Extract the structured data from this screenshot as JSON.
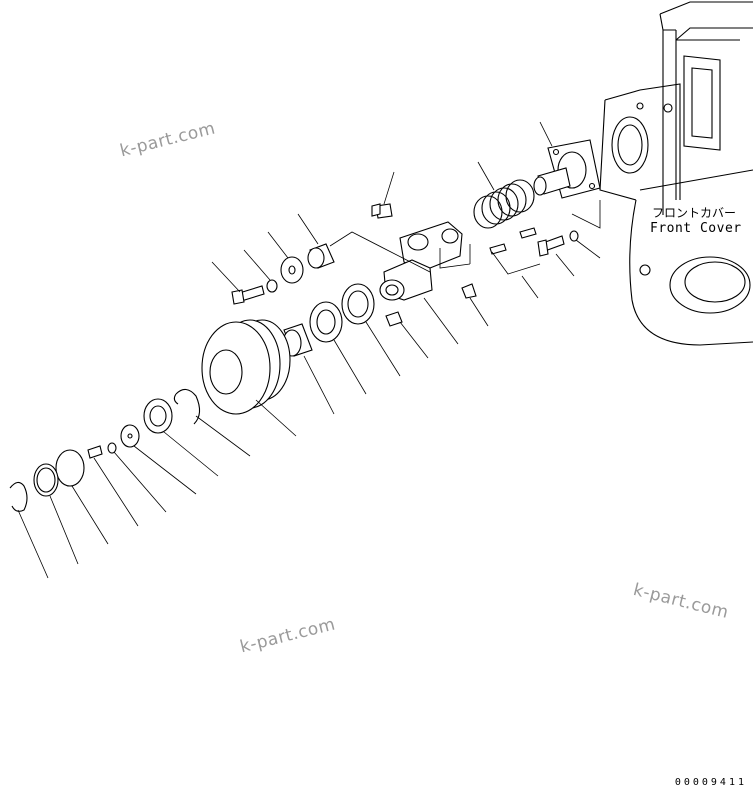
{
  "watermarks": [
    "k-part.com",
    "k-part.com",
    "k-part.com"
  ],
  "front_cover": {
    "label_jp": "フロントカバー",
    "label_en": "Front Cover"
  },
  "drawing_number": "00009411"
}
